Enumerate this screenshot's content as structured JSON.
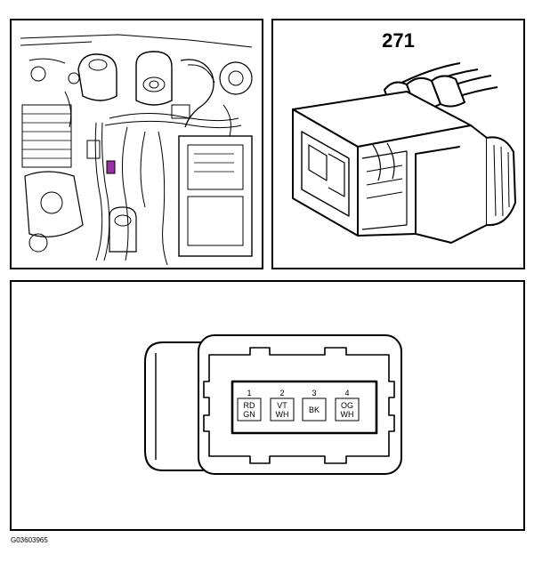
{
  "connector_number": "271",
  "figure_id": "G03603965",
  "highlight_color": "#9b2fa8",
  "pins": [
    {
      "number": "1",
      "color_line1": "RD",
      "color_line2": "GN"
    },
    {
      "number": "2",
      "color_line1": "VT",
      "color_line2": "WH"
    },
    {
      "number": "3",
      "color_line1": "BK",
      "color_line2": ""
    },
    {
      "number": "4",
      "color_line1": "OG",
      "color_line2": "WH"
    }
  ]
}
